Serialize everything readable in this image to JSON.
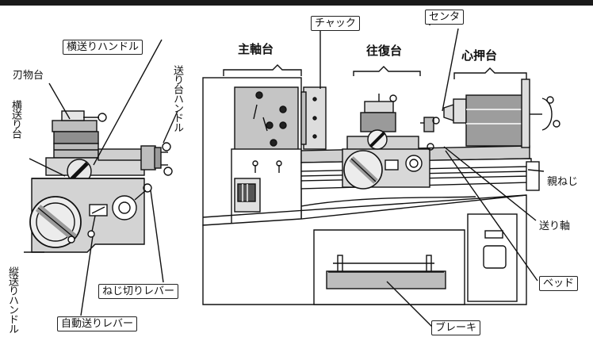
{
  "labels": {
    "cross_feed_handle": "横送りハンドル",
    "tool_post": "刃物台",
    "cross_slide": "横送り台",
    "compound_handle": "送り台ハンドル",
    "headstock": "主軸台",
    "chuck": "チャック",
    "carriage": "往復台",
    "center": "センタ",
    "tailstock": "心押台",
    "lead_screw": "親ねじ",
    "feed_shaft": "送り軸",
    "bed": "ベッド",
    "brake": "ブレーキ",
    "longitudinal_handle": "縦送りハンドル",
    "thread_lever": "ねじ切りレバー",
    "auto_feed_lever": "自動送りレバー"
  },
  "colors": {
    "line": "#111111",
    "shade": "#b9b9b9",
    "dark": "#555555"
  }
}
